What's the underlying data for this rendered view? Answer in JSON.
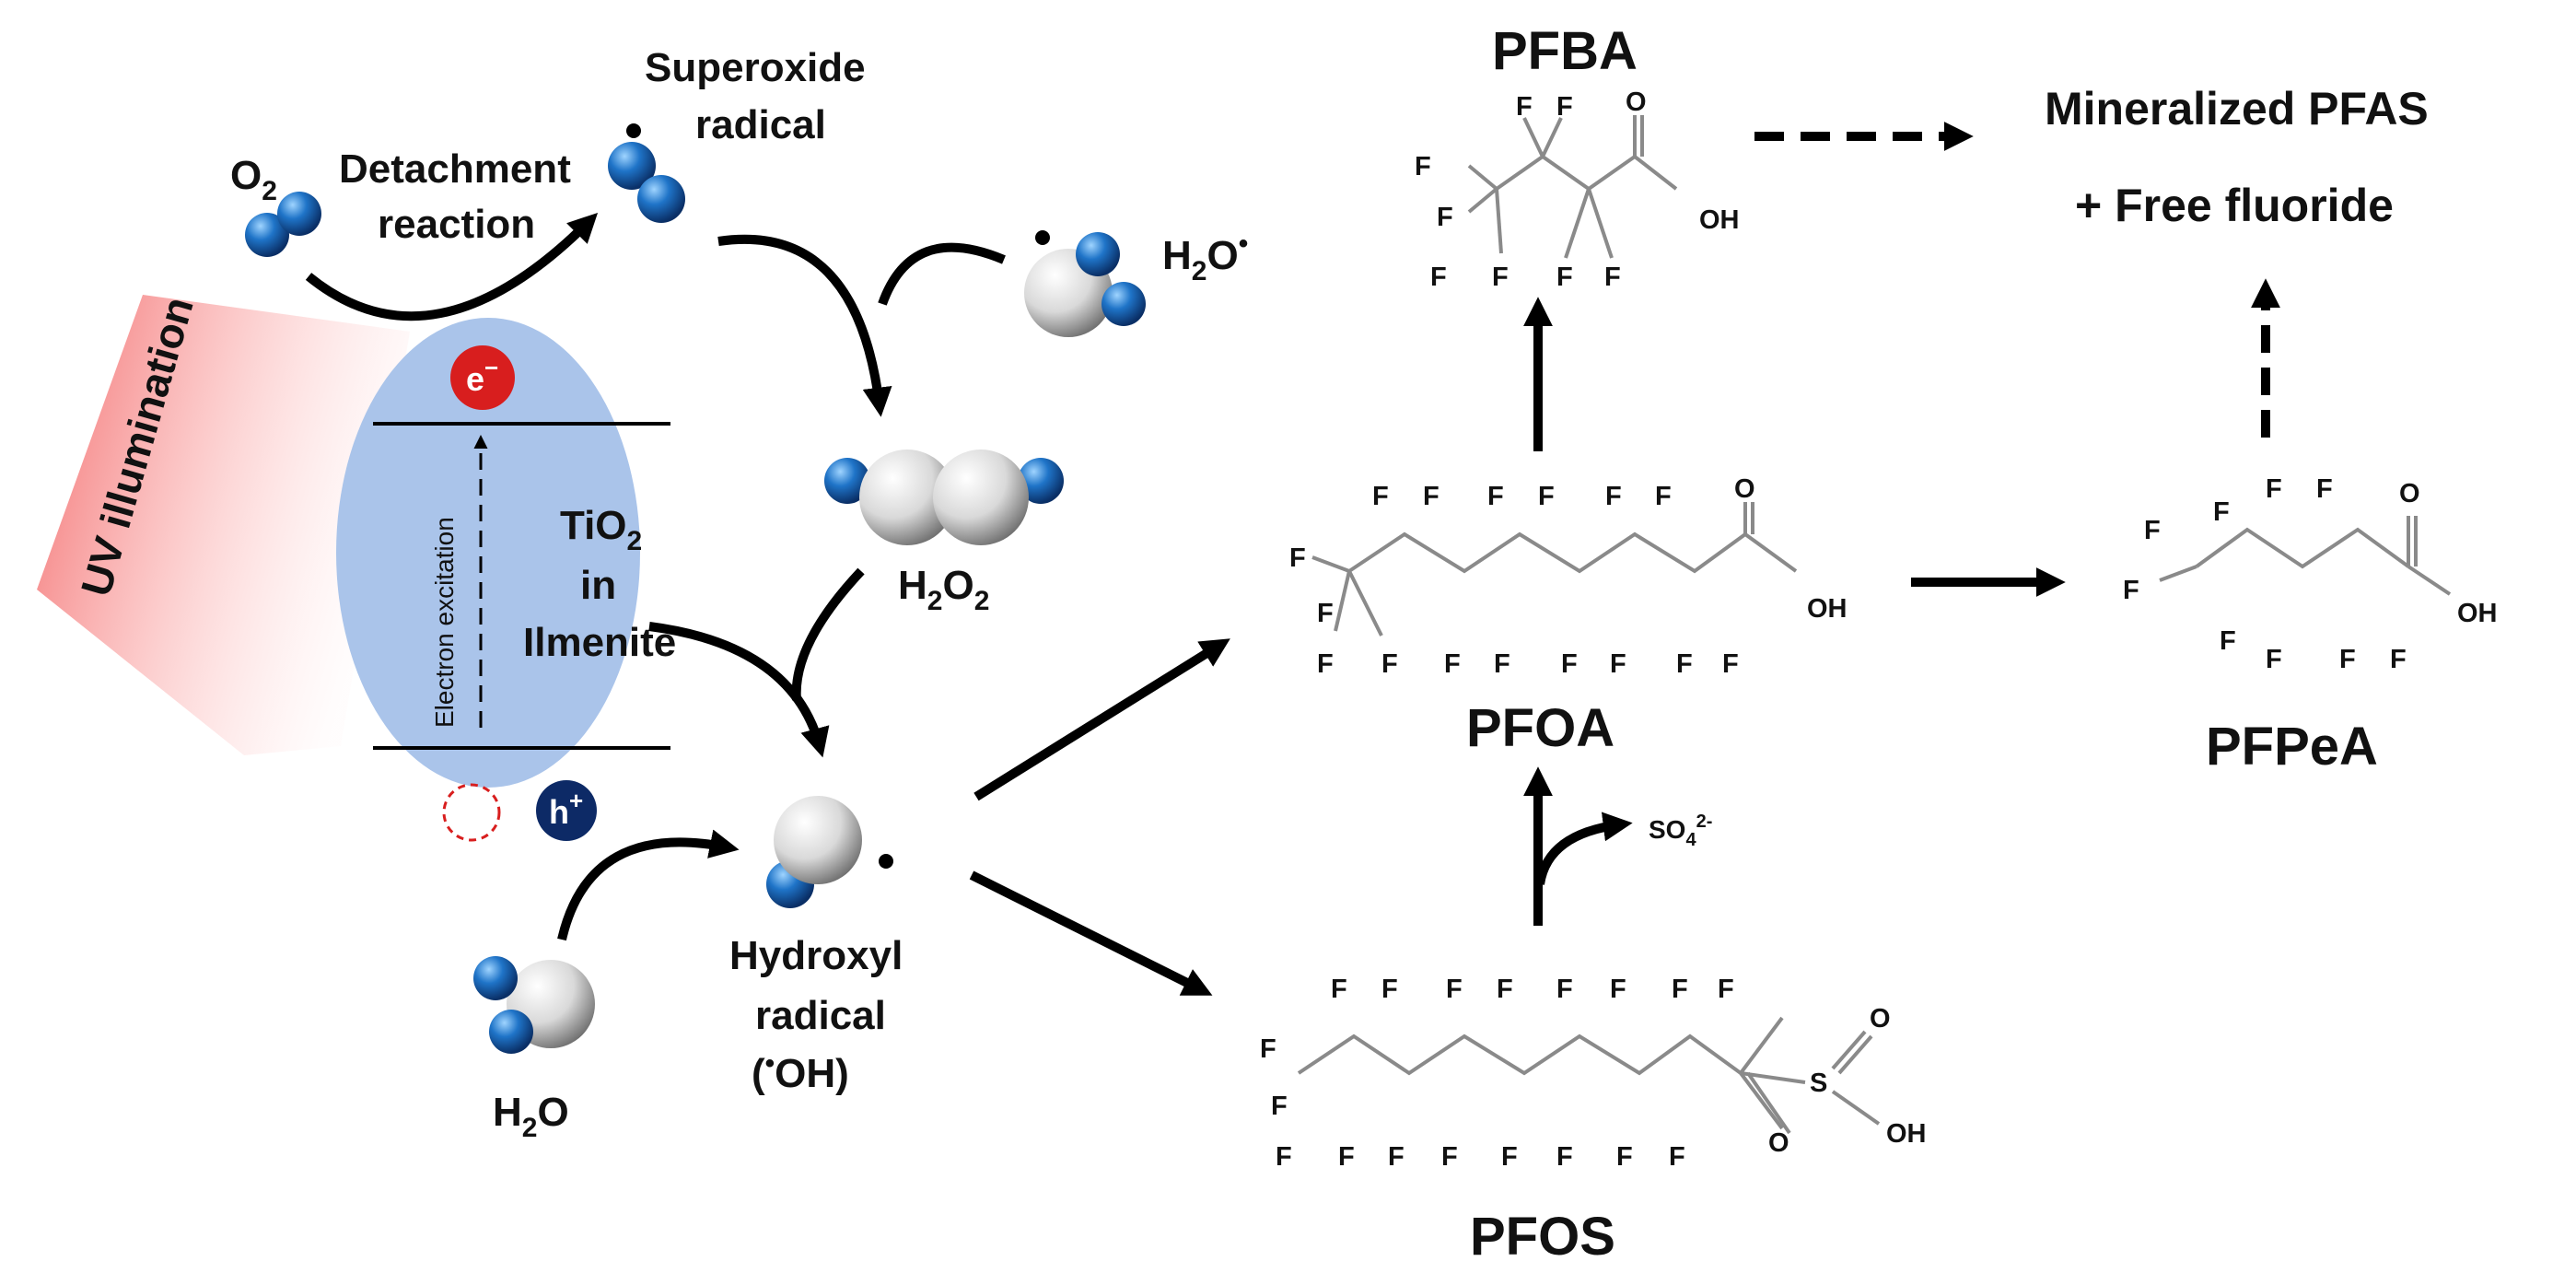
{
  "labels": {
    "o2": "O",
    "o2_sub": "2",
    "detachment_1": "Detachment",
    "detachment_2": "reaction",
    "superoxide_1": "Superoxide",
    "superoxide_2": "radical",
    "h2o_radical": "H",
    "h2o_radical_sub": "2",
    "h2o_radical_tail": "O",
    "h2o2": "H",
    "h2o2_sub1": "2",
    "h2o2_mid": "O",
    "h2o2_sub2": "2",
    "uv": "UV illumination",
    "electron": "e",
    "electron_sup": "−",
    "hole": "h",
    "hole_sup": "+",
    "excitation": "Electron excitation",
    "tio2_1": "TiO",
    "tio2_sub": "2",
    "tio2_2": "in",
    "tio2_3": "Ilmenite",
    "h2o": "H",
    "h2o_sub": "2",
    "h2o_tail": "O",
    "hydroxyl_1": "Hydroxyl",
    "hydroxyl_2": "radical",
    "hydroxyl_3": "(",
    "hydroxyl_dot": "•",
    "hydroxyl_4": "OH)",
    "pfba": "PFBA",
    "pfoa": "PFOA",
    "pfos": "PFOS",
    "pfpea": "PFPeA",
    "mineralized_1": "Mineralized PFAS",
    "mineralized_2": "+ Free fluoride",
    "so4": "SO",
    "so4_sub": "4",
    "so4_sup": "2-"
  },
  "atoms": {
    "F": "F",
    "O": "O",
    "OH": "OH",
    "S": "S"
  },
  "colors": {
    "atom_blue": "#1f74c8",
    "atom_white": "#e6e6e6",
    "ellipse": "#aac4ea",
    "electron": "#d81e1e",
    "hole": "#0d2a66",
    "uv": "#f47a7a"
  }
}
